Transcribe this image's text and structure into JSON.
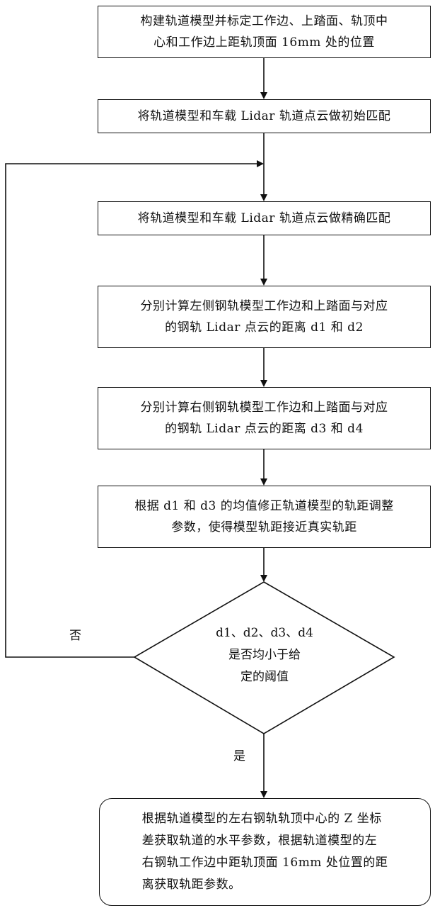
{
  "steps": [
    {
      "lines": [
        "构建轨道模型并标定工作边、上踏面、轨顶中",
        "心和工作边上距轨顶面 16mm 处的位置"
      ]
    },
    {
      "lines": [
        "将轨道模型和车载 Lidar 轨道点云做初始匹配"
      ]
    },
    {
      "lines": [
        "将轨道模型和车载 Lidar 轨道点云做精确匹配"
      ]
    },
    {
      "lines": [
        "分别计算左侧钢轨模型工作边和上踏面与对应",
        "的钢轨 Lidar 点云的距离 d1 和 d2"
      ]
    },
    {
      "lines": [
        "分别计算右侧钢轨模型工作边和上踏面与对应",
        "的钢轨 Lidar 点云的距离 d3 和 d4"
      ]
    },
    {
      "lines": [
        "根据 d1 和 d3 的均值修正轨道模型的轨距调整",
        "参数，使得模型轨距接近真实轨距"
      ]
    }
  ],
  "decision": {
    "lines": [
      "d1、d2、d3、d4",
      "是否均小于给",
      "定的阈值"
    ],
    "no_label": "否",
    "yes_label": "是"
  },
  "final": {
    "lines": [
      "根据轨道模型的左右钢轨轨顶中心的 Z 坐标",
      "差获取轨道的水平参数，根据轨道模型的左",
      "右钢轨工作边中距轨顶面 16mm 处位置的距",
      "离获取轨距参数。"
    ]
  }
}
